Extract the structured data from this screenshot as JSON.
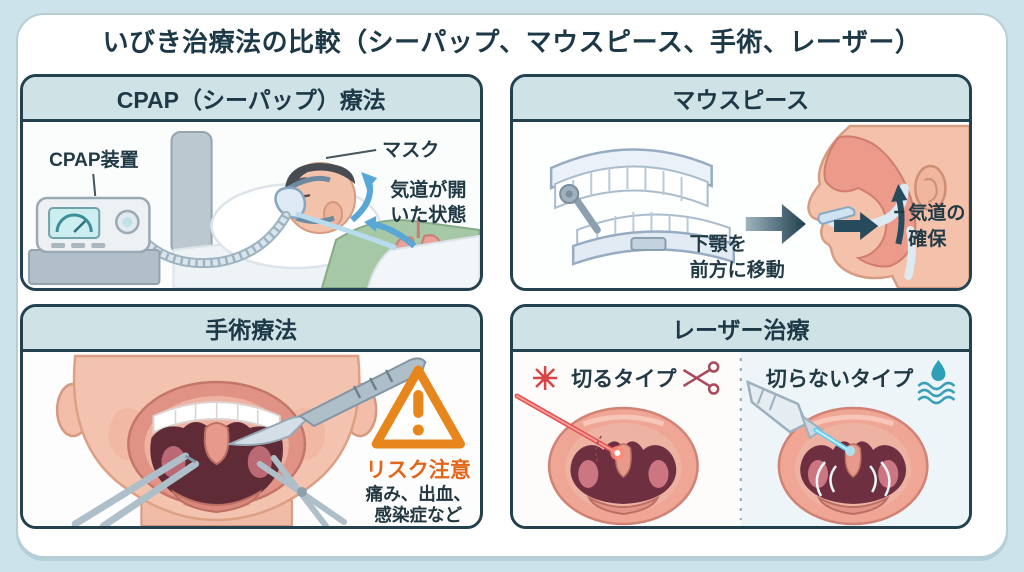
{
  "title": "いびき治療法の比較（シーパップ、マウスピース、手術、レーザー）",
  "panels": {
    "cpap": {
      "header": "CPAP（シーパップ）療法",
      "device_label": "CPAP装置",
      "mask_label": "マスク",
      "airway_label_line1": "気道が開",
      "airway_label_line2": "いた状態"
    },
    "mouthpiece": {
      "header": "マウスピース",
      "jaw_label_line1": "下顎を",
      "jaw_label_line2": "前方に移動",
      "airway_label_line1": "気道の",
      "airway_label_line2": "確保"
    },
    "surgery": {
      "header": "手術療法",
      "risk_title": "リスク注意",
      "risk_line1": "痛み、出血、",
      "risk_line2": "感染症など"
    },
    "laser": {
      "header": "レーザー治療",
      "cutting_label": "切るタイプ",
      "non_cutting_label": "切らないタイプ"
    }
  },
  "colors": {
    "background": "#cde3ea",
    "card": "#ffffff",
    "panel_border": "#24414f",
    "panel_header_bg": "#cfe2e6",
    "heading_text": "#1d3947",
    "warning_orange": "#e8861e",
    "risk_text_orange": "#e2661a",
    "laser_red": "#e25555",
    "laser_blue": "#63cdec",
    "arrow_dark_teal": "#274b5c",
    "airflow_blue": "#58a7d6"
  }
}
